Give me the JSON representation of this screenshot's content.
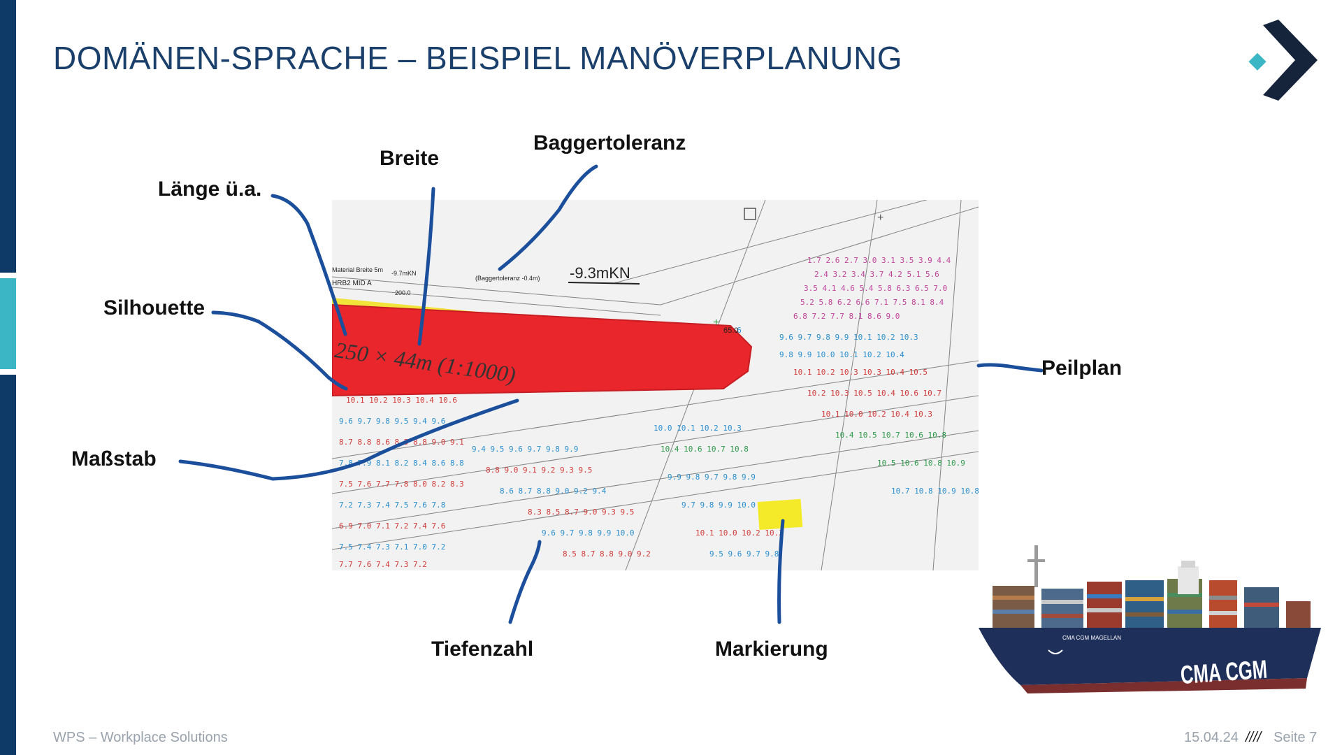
{
  "slide": {
    "title": "DOMÄNEN-SPRACHE – BEISPIEL MANÖVERPLANUNG",
    "page_number": "Seite 7"
  },
  "labels": {
    "laenge": "Länge ü.a.",
    "breite": "Breite",
    "baggertoleranz": "Baggertoleranz",
    "silhouette": "Silhouette",
    "massstab": "Maßstab",
    "peilplan": "Peilplan",
    "tiefenzahl": "Tiefenzahl",
    "markierung": "Markierung"
  },
  "photo": {
    "depth_label": "-9.3mKN",
    "small_label_left1": "Material Breite 5m",
    "small_label_left2": "-9.7mKN",
    "small_label_left3": "HRB2 MID A",
    "small_label_left4": "200.0",
    "small_label_tol": "(Baggertoleranz -0.4m)",
    "silhouette_text": "250 × 44m (1:1000)",
    "sample_value": "65.0"
  },
  "ship": {
    "hull_text": "CMA CGM",
    "name_text": "CMA CGM MAGELLAN"
  },
  "footer": {
    "company": "WPS – Workplace Solutions",
    "date": "15.04.24",
    "separator": "////"
  },
  "colors": {
    "navy": "#0d3a66",
    "teal": "#3bb6c4",
    "title": "#1a3f6b",
    "silhouette_red": "#e8262b",
    "annotation_blue": "#1b4f9c"
  }
}
